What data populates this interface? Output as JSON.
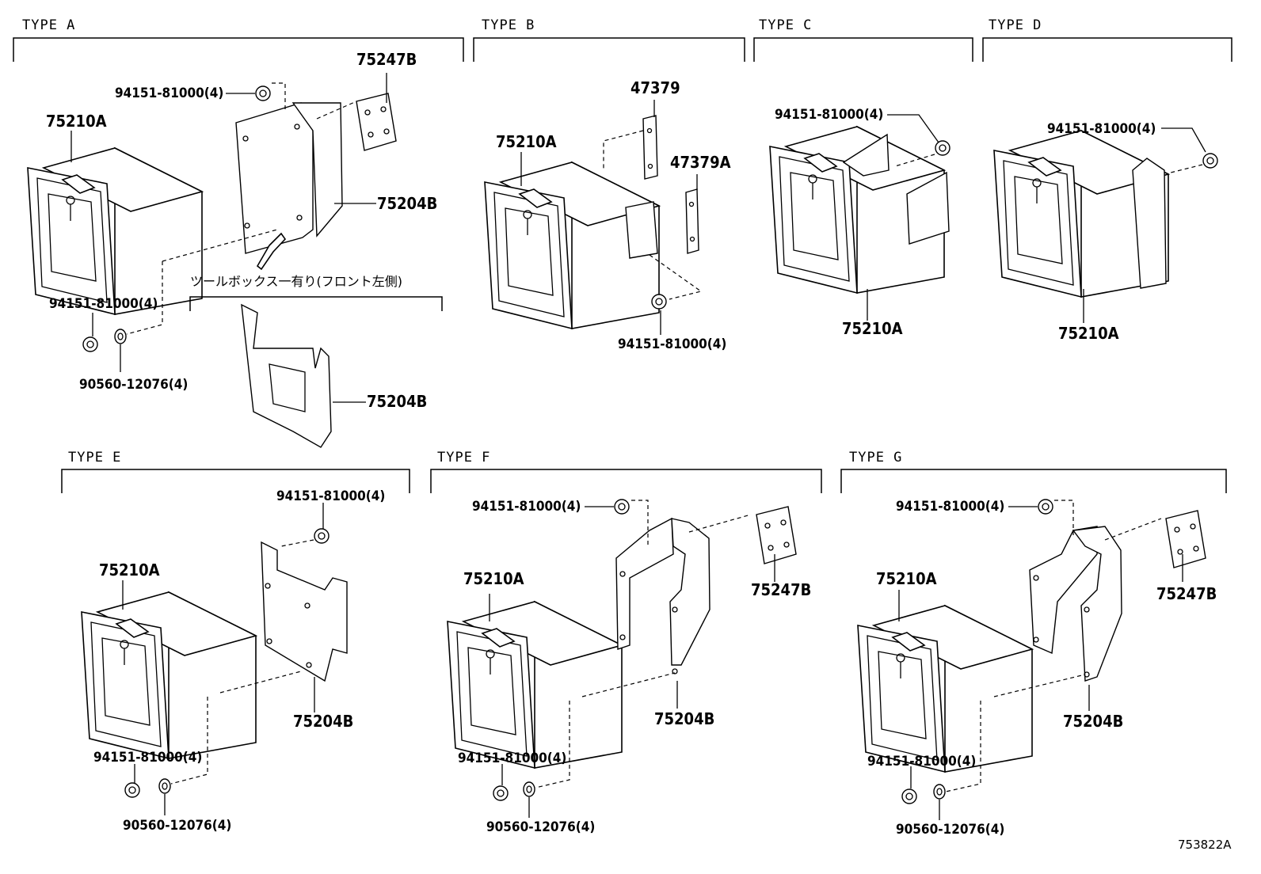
{
  "sections": [
    {
      "id": "A",
      "title": "TYPE  A"
    },
    {
      "id": "B",
      "title": "TYPE  B"
    },
    {
      "id": "C",
      "title": "TYPE  C"
    },
    {
      "id": "D",
      "title": "TYPE  D"
    },
    {
      "id": "E",
      "title": "TYPE  E"
    },
    {
      "id": "F",
      "title": "TYPE  F"
    },
    {
      "id": "G",
      "title": "TYPE  G"
    }
  ],
  "labels": {
    "a_nut_top": "94151-81000(4)",
    "a_bracket": "75247B",
    "a_box": "75210A",
    "a_stay": "75204B",
    "a_nut_bottom": "94151-81000(4)",
    "a_washer": "90560-12076(4)",
    "a_note": "ツールボックス一有り(フロント左側)",
    "a_stay_alt": "75204B",
    "b_bracket1": "47379",
    "b_bracket2": "47379A",
    "b_box": "75210A",
    "b_nut": "94151-81000(4)",
    "c_nut": "94151-81000(4)",
    "c_box": "75210A",
    "d_nut": "94151-81000(4)",
    "d_box": "75210A",
    "e_nut_top": "94151-81000(4)",
    "e_box": "75210A",
    "e_stay": "75204B",
    "e_nut_bottom": "94151-81000(4)",
    "e_washer": "90560-12076(4)",
    "f_nut_top": "94151-81000(4)",
    "f_box": "75210A",
    "f_bracket": "75247B",
    "f_stay": "75204B",
    "f_nut_bottom": "94151-81000(4)",
    "f_washer": "90560-12076(4)",
    "g_nut_top": "94151-81000(4)",
    "g_box": "75210A",
    "g_bracket": "75247B",
    "g_stay": "75204B",
    "g_nut_bottom": "94151-81000(4)",
    "g_washer": "90560-12076(4)"
  },
  "figure_ref": "753822A"
}
